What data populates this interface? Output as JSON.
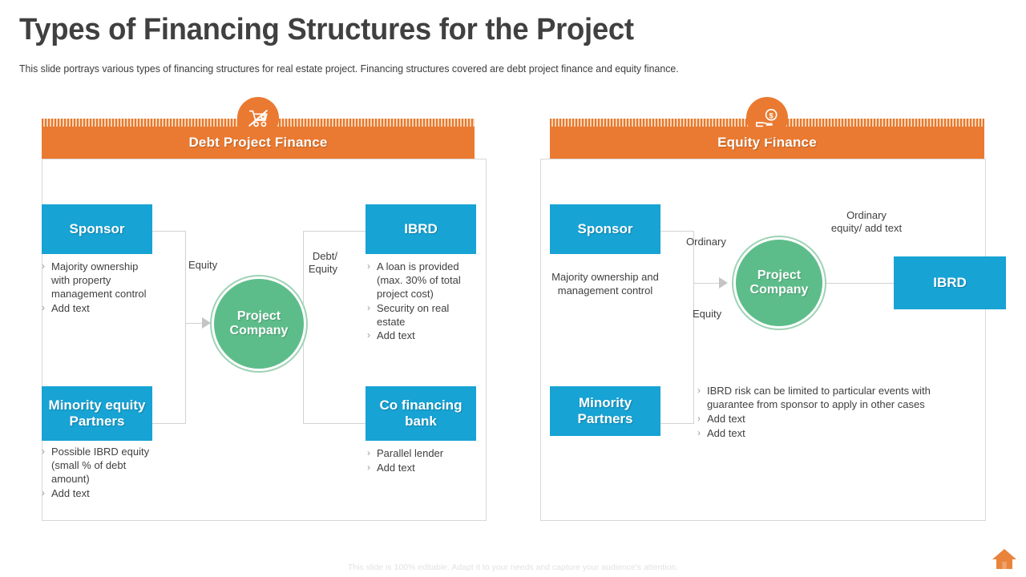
{
  "slide": {
    "title": "Types of Financing Structures for the Project",
    "subtitle": "This slide portrays various types of financing structures for real estate project. Financing structures covered are debt project finance and equity finance.",
    "footer_note": "This slide is 100% editable. Adapt it to your needs and capture your audience's attention.",
    "logo_icon": "home-icon"
  },
  "colors": {
    "accent_orange": "#ea7a31",
    "box_blue": "#17a3d4",
    "circle_green": "#5dbd8a",
    "title_gray": "#404040",
    "connector_gray": "#d2d2d2"
  },
  "panels": [
    {
      "id": "debt-project-finance",
      "header": "Debt Project Finance",
      "icon": "shopping-cart-icon",
      "left_nodes": [
        {
          "label": "Sponsor",
          "bullets": [
            "Majority ownership with property management control",
            "Add text"
          ]
        },
        {
          "label": "Minority equity Partners",
          "bullets": [
            "Possible IBRD equity (small % of debt amount)",
            "Add text"
          ]
        }
      ],
      "right_nodes": [
        {
          "label": "IBRD",
          "bullets": [
            "A loan is provided (max. 30% of total project cost)",
            "Security on real estate",
            "Add text"
          ]
        },
        {
          "label": "Co financing bank",
          "bullets": [
            "Parallel lender",
            "Add text"
          ]
        }
      ],
      "center": "Project Company",
      "edge_labels": {
        "left": "Equity",
        "right": "Debt/\nEquity"
      }
    },
    {
      "id": "equity-finance",
      "header": "Equity Finance",
      "icon": "hand-money-icon",
      "left_nodes": [
        {
          "label": "Sponsor",
          "description": "Majority ownership and management control"
        },
        {
          "label": "Minority Partners",
          "bullets": [
            "IBRD risk can be limited to particular events with guarantee from sponsor to apply in other cases",
            "Add text",
            "Add text"
          ]
        }
      ],
      "right_nodes": [
        {
          "label": "IBRD"
        }
      ],
      "center": "Project Company",
      "edge_labels": {
        "top_left": "Ordinary",
        "bottom_left": "Equity",
        "top_right": "Ordinary\nequity/ add text"
      }
    }
  ]
}
